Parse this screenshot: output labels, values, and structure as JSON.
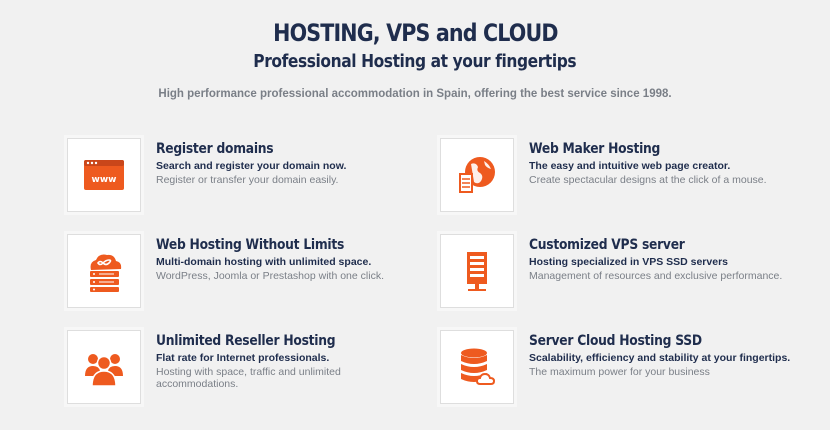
{
  "hero": {
    "title": "HOSTING, VPS and CLOUD",
    "subtitle": "Professional Hosting at your fingertips",
    "tagline": "High performance professional accommodation in Spain, offering the best service since 1998."
  },
  "colors": {
    "accent": "#ee5a1f",
    "heading": "#1f2d4d",
    "muted": "#7a7f87",
    "background": "#f1f1f1"
  },
  "features": [
    {
      "title": "Register domains",
      "line1": "Search and register your domain now.",
      "line2": "Register or transfer your domain easily.",
      "icon": "browser-www-icon"
    },
    {
      "title": "Web Maker Hosting",
      "line1": "The easy and intuitive web page creator.",
      "line2": "Create spectacular designs at the click of a mouse.",
      "icon": "globe-server-icon"
    },
    {
      "title": "Web Hosting Without Limits",
      "line1": "Multi-domain hosting with unlimited space.",
      "line2": "WordPress, Joomla or Prestashop with one click.",
      "icon": "cloud-infinity-server-icon"
    },
    {
      "title": "Customized VPS server",
      "line1": "Hosting specialized in VPS SSD servers",
      "line2": "Management of resources and exclusive performance.",
      "icon": "server-rack-icon"
    },
    {
      "title": "Unlimited Reseller Hosting",
      "line1": "Flat rate for Internet professionals.",
      "line2": "Hosting with space, traffic and unlimited accommodations.",
      "icon": "users-group-icon"
    },
    {
      "title": "Server Cloud Hosting SSD",
      "line1": "Scalability, efficiency and stability at your fingertips.",
      "line2": "The maximum power for your business",
      "icon": "database-cloud-icon"
    }
  ]
}
